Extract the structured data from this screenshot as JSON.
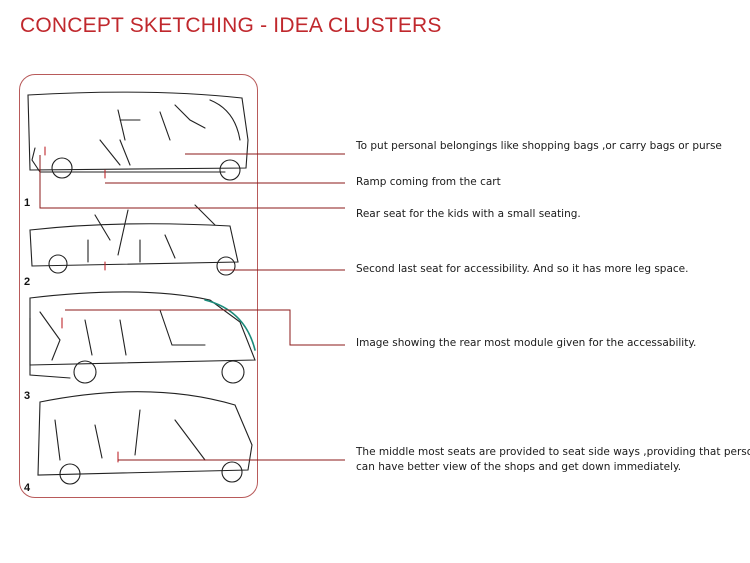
{
  "title": "CONCEPT SKETCHING - IDEA CLUSTERS",
  "sketches": [
    "1",
    "2",
    "3",
    "4"
  ],
  "notes": [
    "To put personal belongings like shopping bags ,or carry bags or purse",
    "Ramp coming from the cart",
    "Rear seat for the kids with a small seating.",
    "Second last seat for accessibility. And so it has more leg space.",
    "Image showing the rear most module given for the accessability.",
    "The middle most seats are provided to seat side ways ,providing that person",
    "can have better view of the shops and get down immediately."
  ],
  "colors": {
    "title": "#c0282d",
    "leader": "#8b1a1a",
    "frame": "#b85a5a",
    "accent": "#1a8a7a"
  }
}
